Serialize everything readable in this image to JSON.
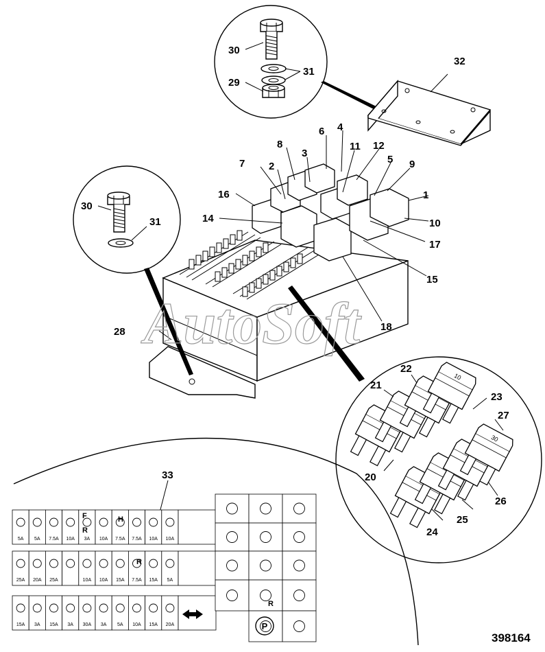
{
  "watermark": "AutoSoft",
  "figure_number": "398164",
  "callouts": {
    "c1": "1",
    "c2": "2",
    "c3": "3",
    "c4": "4",
    "c5": "5",
    "c6": "6",
    "c7": "7",
    "c8": "8",
    "c9": "9",
    "c10": "10",
    "c11": "11",
    "c12": "12",
    "c14": "14",
    "c15": "15",
    "c16": "16",
    "c17": "17",
    "c18": "18",
    "c20": "20",
    "c21": "21",
    "c22": "22",
    "c23": "23",
    "c24": "24",
    "c25": "25",
    "c26": "26",
    "c27": "27",
    "c28": "28",
    "c29": "29",
    "c30a": "30",
    "c30b": "30",
    "c31a": "31",
    "c31b": "31",
    "c32": "32",
    "c33": "33"
  },
  "fuse_labels": [
    "3",
    "5",
    "7.5",
    "10",
    "15",
    "20",
    "25",
    "30"
  ],
  "label_panel": {
    "row1": [
      "5A",
      "5A",
      "7.5A",
      "10A",
      "3A",
      "10A",
      "7.5A",
      "7.5A",
      "10A",
      "10A"
    ],
    "row2": [
      "25A",
      "20A",
      "25A",
      "",
      "10A",
      "10A",
      "15A",
      "7.5A",
      "15A",
      "5A"
    ],
    "row3": [
      "15A",
      "3A",
      "15A",
      "3A",
      "30A",
      "3A",
      "5A",
      "10A",
      "15A",
      "20A"
    ],
    "letters": {
      "f": "F",
      "r": "R",
      "r2": "R",
      "r3": "R",
      "h": "H"
    }
  }
}
